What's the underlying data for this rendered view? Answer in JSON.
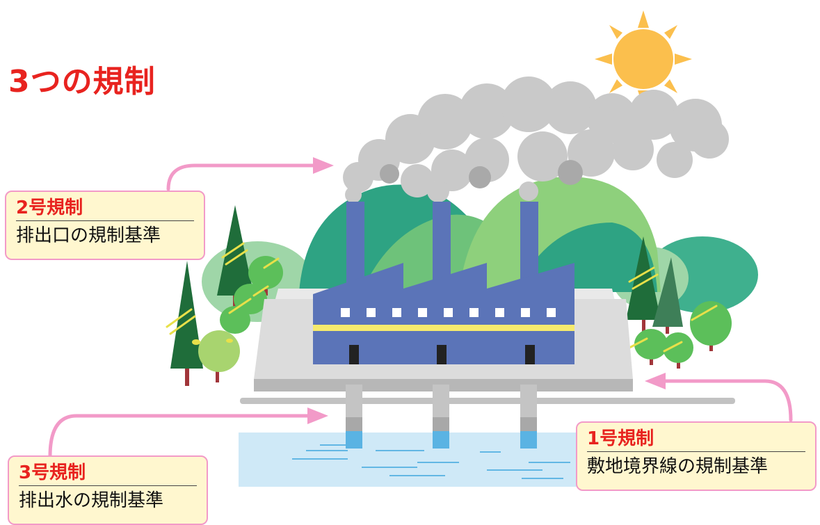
{
  "title": "3つの規制",
  "regulations": [
    {
      "id": "r2",
      "heading": "2号規制",
      "description": "排出口の規制基準"
    },
    {
      "id": "r3",
      "heading": "3号規制",
      "description": "排出水の規制基準"
    },
    {
      "id": "r1",
      "heading": "1号規制",
      "description": "敷地境界線の規制基準"
    }
  ],
  "colors": {
    "title": "#e8231f",
    "arrow": "#f29ac8",
    "callout_bg": "#fff7cf",
    "factory": "#5b74b8",
    "smoke": "#c9c9c9",
    "sun": "#fbbf4d",
    "water": "#cfe9f7"
  }
}
